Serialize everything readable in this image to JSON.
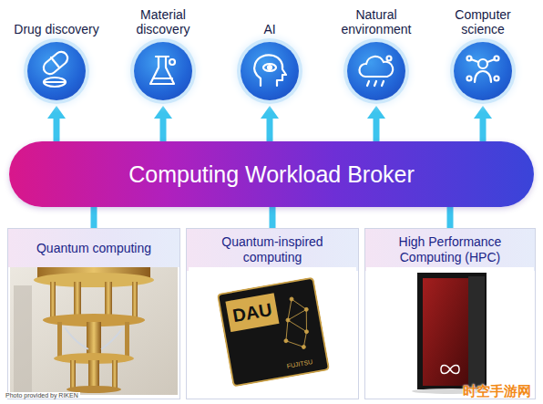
{
  "diagram": {
    "nodes": [
      {
        "text": [
          "Drug discovery"
        ]
      },
      {
        "text": [
          "Material discovery"
        ]
      },
      {
        "text": [
          "AI"
        ]
      },
      {
        "text": [
          "Natural environment"
        ]
      },
      {
        "text": [
          "Computer science"
        ]
      },
      {
        "text": [
          "Computing Workload Broker"
        ]
      },
      {
        "text": [
          "Quantum computing"
        ]
      },
      {
        "text": [
          "Quantum-inspired computing"
        ]
      },
      {
        "text": [
          "High Performance Computing (HPC)"
        ]
      }
    ],
    "edges": [
      {
        "from": 5,
        "to": 0,
        "arrow": "to"
      },
      {
        "from": 5,
        "to": 1,
        "arrow": "to"
      },
      {
        "from": 5,
        "to": 2,
        "arrow": "to"
      },
      {
        "from": 5,
        "to": 3,
        "arrow": "to"
      },
      {
        "from": 5,
        "to": 4,
        "arrow": "to"
      },
      {
        "from": 6,
        "to": 5,
        "arrow": "none"
      },
      {
        "from": 7,
        "to": 5,
        "arrow": "none"
      },
      {
        "from": 8,
        "to": 5,
        "arrow": "none"
      }
    ],
    "labels": [
      "Photo provided by RIKEN",
      "DAU",
      "FUJITSU",
      "时空手游网"
    ]
  }
}
